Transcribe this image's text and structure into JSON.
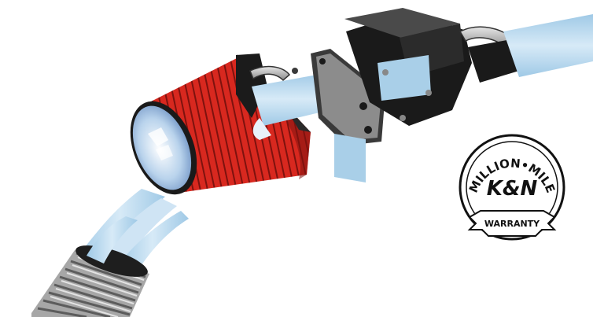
{
  "illustration": {
    "subject": "air intake kit",
    "colors": {
      "airflow": "#a9cfe8",
      "airflow_light": "#dcecf7",
      "filter_red": "#d8281f",
      "filter_dark": "#8c1410",
      "metal_dark": "#1c1c1c",
      "metal_mid": "#6e6e6e",
      "metal_light": "#d6d6d6",
      "hose_grey": "#b9b9b9",
      "badge_black": "#111111"
    }
  },
  "badge": {
    "top_text": "MILLION•MILE",
    "brand": "K&N",
    "ribbon_text": "WARRANTY"
  }
}
